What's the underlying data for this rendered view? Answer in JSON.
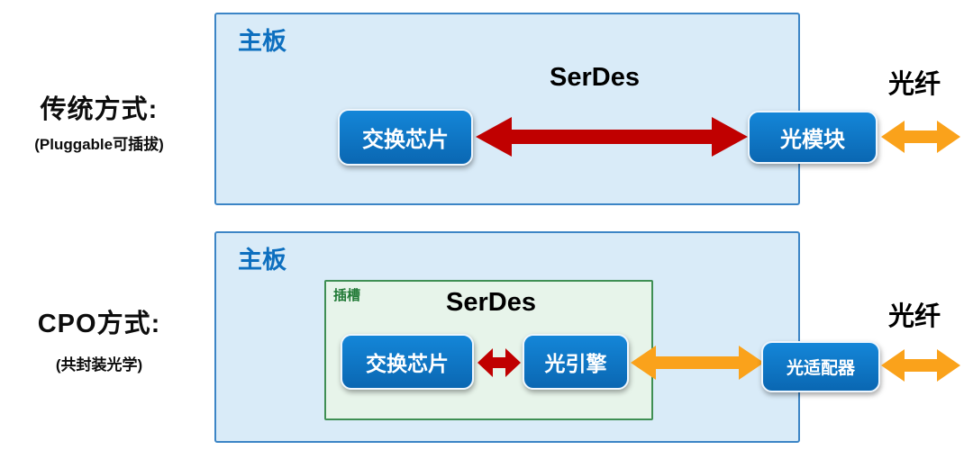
{
  "colors": {
    "board_bg": "#d9ebf8",
    "board_border": "#3c85c6",
    "label_blue": "#0d6fbf",
    "chip_blue": "#0a67b2",
    "chip_blue_light": "#1486d8",
    "slot_bg": "#e7f4ea",
    "slot_border": "#3f8f54",
    "slot_green": "#217a36",
    "arrow_red": "#c00000",
    "arrow_orange": "#faa21b"
  },
  "traditional": {
    "title": "传统方式:",
    "subtitle": "(Pluggable可插拔)",
    "board_label": "主板",
    "serdes_label": "SerDes",
    "switch_chip": "交换芯片",
    "optical_module": "光模块",
    "fiber_label": "光纤"
  },
  "cpo": {
    "title": "CPO方式:",
    "subtitle": "(共封装光学)",
    "board_label": "主板",
    "slot_label": "插槽",
    "serdes_label": "SerDes",
    "switch_chip": "交换芯片",
    "optical_engine": "光引擎",
    "optical_adapter": "光适配器",
    "fiber_label": "光纤"
  }
}
